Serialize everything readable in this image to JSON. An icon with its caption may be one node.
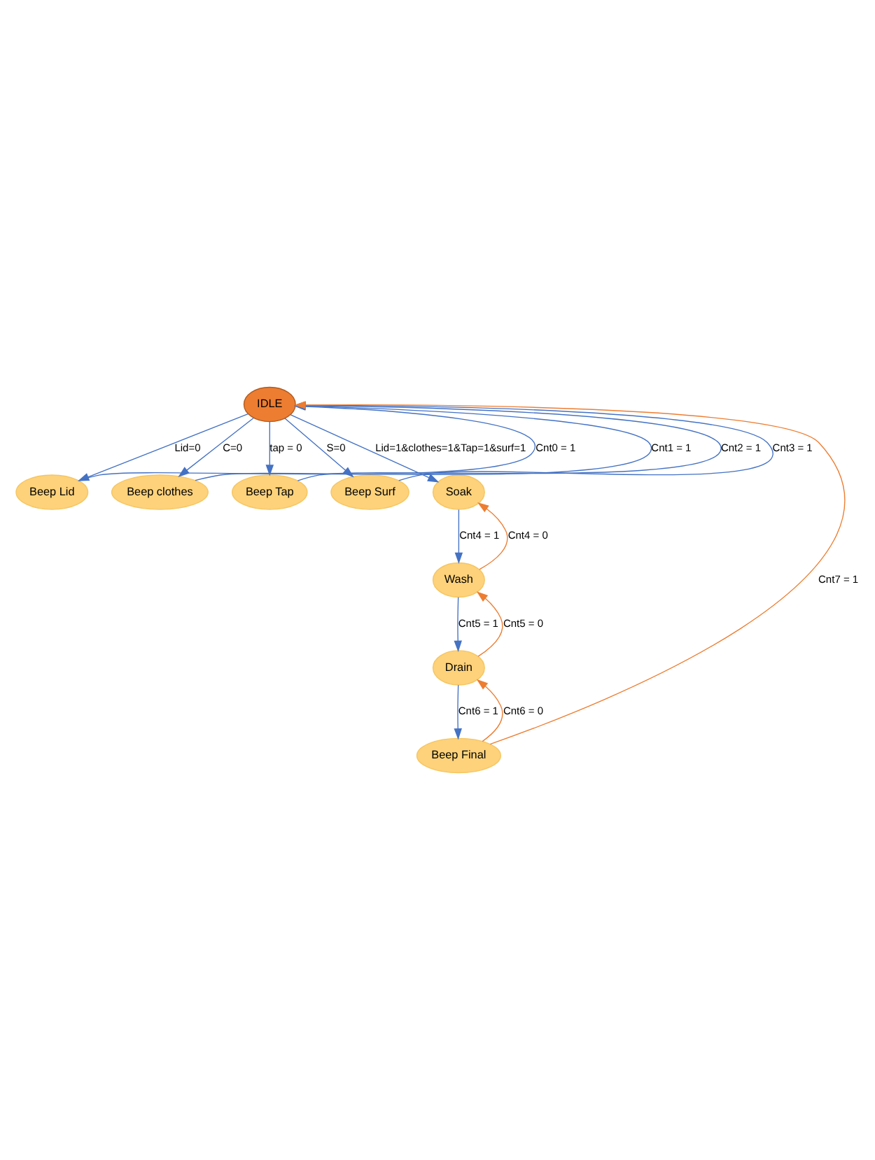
{
  "diagram": {
    "nodes": [
      {
        "text": [
          "IDLE"
        ]
      },
      {
        "text": [
          "Beep Lid"
        ]
      },
      {
        "text": [
          "Beep clothes"
        ]
      },
      {
        "text": [
          "Beep Tap"
        ]
      },
      {
        "text": [
          "Beep Surf"
        ]
      },
      {
        "text": [
          "Soak"
        ]
      },
      {
        "text": [
          "Wash"
        ]
      },
      {
        "text": [
          "Drain"
        ]
      },
      {
        "text": [
          "Beep Final"
        ]
      }
    ],
    "edges": [
      {
        "from": 0,
        "to": 1,
        "arrow": "to",
        "label": "Lid=0"
      },
      {
        "from": 0,
        "to": 2,
        "arrow": "to",
        "label": "C=0"
      },
      {
        "from": 0,
        "to": 3,
        "arrow": "to",
        "label": "tap = 0"
      },
      {
        "from": 0,
        "to": 4,
        "arrow": "to",
        "label": "S=0"
      },
      {
        "from": 0,
        "to": 5,
        "arrow": "to",
        "label": "Lid=1&clothes=1&Tap=1&surf=1"
      },
      {
        "from": 1,
        "to": 0,
        "arrow": "to",
        "label": "Cnt0 = 1"
      },
      {
        "from": 2,
        "to": 0,
        "arrow": "to",
        "label": "Cnt1 = 1"
      },
      {
        "from": 3,
        "to": 0,
        "arrow": "to",
        "label": "Cnt2 = 1"
      },
      {
        "from": 4,
        "to": 0,
        "arrow": "to",
        "label": "Cnt3 = 1"
      },
      {
        "from": 5,
        "to": 6,
        "arrow": "to",
        "label": "Cnt4 = 1"
      },
      {
        "from": 6,
        "to": 5,
        "arrow": "to",
        "label": "Cnt4 = 0",
        "color": "#ed7d31"
      },
      {
        "from": 6,
        "to": 7,
        "arrow": "to",
        "label": "Cnt5 = 1"
      },
      {
        "from": 7,
        "to": 6,
        "arrow": "to",
        "label": "Cnt5 = 0",
        "color": "#ed7d31"
      },
      {
        "from": 7,
        "to": 8,
        "arrow": "to",
        "label": "Cnt6 = 1"
      },
      {
        "from": 8,
        "to": 7,
        "arrow": "to",
        "label": "Cnt6 = 0",
        "color": "#ed7d31"
      },
      {
        "from": 8,
        "to": 0,
        "arrow": "to",
        "label": "Cnt7 = 1",
        "color": "#ed7d31"
      }
    ]
  }
}
